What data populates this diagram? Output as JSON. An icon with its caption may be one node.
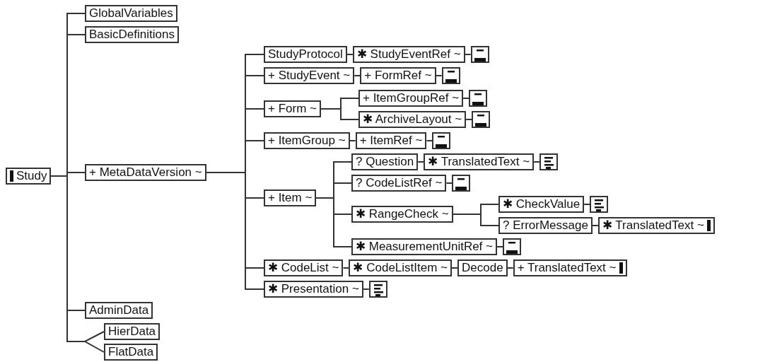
{
  "diagram": {
    "nodes": [
      {
        "text": [
          "Study"
        ]
      },
      {
        "text": [
          "GlobalVariables"
        ]
      },
      {
        "text": [
          "BasicDefinitions"
        ]
      },
      {
        "text": [
          "+ MetaDataVersion ~"
        ]
      },
      {
        "text": [
          "StudyProtocol"
        ]
      },
      {
        "text": [
          "✱ StudyEventRef ~"
        ]
      },
      {
        "text": [],
        "shape": "box"
      },
      {
        "text": [
          "+ StudyEvent ~"
        ]
      },
      {
        "text": [
          "+ FormRef ~"
        ]
      },
      {
        "text": [],
        "shape": "box"
      },
      {
        "text": [
          "+ Form ~"
        ]
      },
      {
        "text": [
          "+ ItemGroupRef ~"
        ]
      },
      {
        "text": [],
        "shape": "box"
      },
      {
        "text": [
          "✱ ArchiveLayout ~"
        ]
      },
      {
        "text": [],
        "shape": "box"
      },
      {
        "text": [
          "+ ItemGroup ~"
        ]
      },
      {
        "text": [
          "+ ItemRef ~"
        ]
      },
      {
        "text": [],
        "shape": "box"
      },
      {
        "text": [
          "+ Item ~"
        ]
      },
      {
        "text": [
          "? Question"
        ]
      },
      {
        "text": [
          "✱ TranslatedText ~"
        ]
      },
      {
        "text": [],
        "shape": "box"
      },
      {
        "text": [
          "? CodeListRef ~"
        ]
      },
      {
        "text": [],
        "shape": "box"
      },
      {
        "text": [
          "✱ RangeCheck ~"
        ]
      },
      {
        "text": [
          "✱ CheckValue"
        ]
      },
      {
        "text": [],
        "shape": "box"
      },
      {
        "text": [
          "? ErrorMessage"
        ]
      },
      {
        "text": [
          "✱ TranslatedText ~"
        ]
      },
      {
        "text": [
          "✱ MeasurementUnitRef ~"
        ]
      },
      {
        "text": [],
        "shape": "box"
      },
      {
        "text": [
          "✱ CodeList ~"
        ]
      },
      {
        "text": [
          "✱ CodeListItem ~"
        ]
      },
      {
        "text": [
          "Decode"
        ]
      },
      {
        "text": [
          "+ TranslatedText ~"
        ]
      },
      {
        "text": [
          "✱ Presentation ~"
        ]
      },
      {
        "text": [],
        "shape": "box"
      },
      {
        "text": [
          "AdminData"
        ]
      },
      {
        "text": [
          "HierData"
        ]
      },
      {
        "text": [
          "FlatData"
        ]
      }
    ],
    "edges": [
      {
        "from": 0,
        "to": 1,
        "arrow": "none"
      },
      {
        "from": 0,
        "to": 2,
        "arrow": "none"
      },
      {
        "from": 0,
        "to": 3,
        "arrow": "none"
      },
      {
        "from": 0,
        "to": 37,
        "arrow": "none"
      },
      {
        "from": 0,
        "to": 38,
        "arrow": "none"
      },
      {
        "from": 0,
        "to": 39,
        "arrow": "none"
      },
      {
        "from": 3,
        "to": 4,
        "arrow": "none"
      },
      {
        "from": 3,
        "to": 7,
        "arrow": "none"
      },
      {
        "from": 3,
        "to": 10,
        "arrow": "none"
      },
      {
        "from": 3,
        "to": 15,
        "arrow": "none"
      },
      {
        "from": 3,
        "to": 18,
        "arrow": "none"
      },
      {
        "from": 3,
        "to": 31,
        "arrow": "none"
      },
      {
        "from": 3,
        "to": 35,
        "arrow": "none"
      },
      {
        "from": 4,
        "to": 5,
        "arrow": "none"
      },
      {
        "from": 5,
        "to": 6,
        "arrow": "none"
      },
      {
        "from": 7,
        "to": 8,
        "arrow": "none"
      },
      {
        "from": 8,
        "to": 9,
        "arrow": "none"
      },
      {
        "from": 10,
        "to": 11,
        "arrow": "none"
      },
      {
        "from": 10,
        "to": 13,
        "arrow": "none"
      },
      {
        "from": 11,
        "to": 12,
        "arrow": "none"
      },
      {
        "from": 13,
        "to": 14,
        "arrow": "none"
      },
      {
        "from": 15,
        "to": 16,
        "arrow": "none"
      },
      {
        "from": 16,
        "to": 17,
        "arrow": "none"
      },
      {
        "from": 18,
        "to": 19,
        "arrow": "none"
      },
      {
        "from": 18,
        "to": 22,
        "arrow": "none"
      },
      {
        "from": 18,
        "to": 24,
        "arrow": "none"
      },
      {
        "from": 18,
        "to": 29,
        "arrow": "none"
      },
      {
        "from": 19,
        "to": 20,
        "arrow": "none"
      },
      {
        "from": 20,
        "to": 21,
        "arrow": "none"
      },
      {
        "from": 22,
        "to": 23,
        "arrow": "none"
      },
      {
        "from": 24,
        "to": 25,
        "arrow": "none"
      },
      {
        "from": 24,
        "to": 27,
        "arrow": "none"
      },
      {
        "from": 25,
        "to": 26,
        "arrow": "none"
      },
      {
        "from": 27,
        "to": 28,
        "arrow": "none"
      },
      {
        "from": 29,
        "to": 30,
        "arrow": "none"
      },
      {
        "from": 31,
        "to": 32,
        "arrow": "none"
      },
      {
        "from": 32,
        "to": 33,
        "arrow": "none"
      },
      {
        "from": 33,
        "to": 34,
        "arrow": "none"
      },
      {
        "from": 35,
        "to": 36,
        "arrow": "none"
      }
    ]
  }
}
